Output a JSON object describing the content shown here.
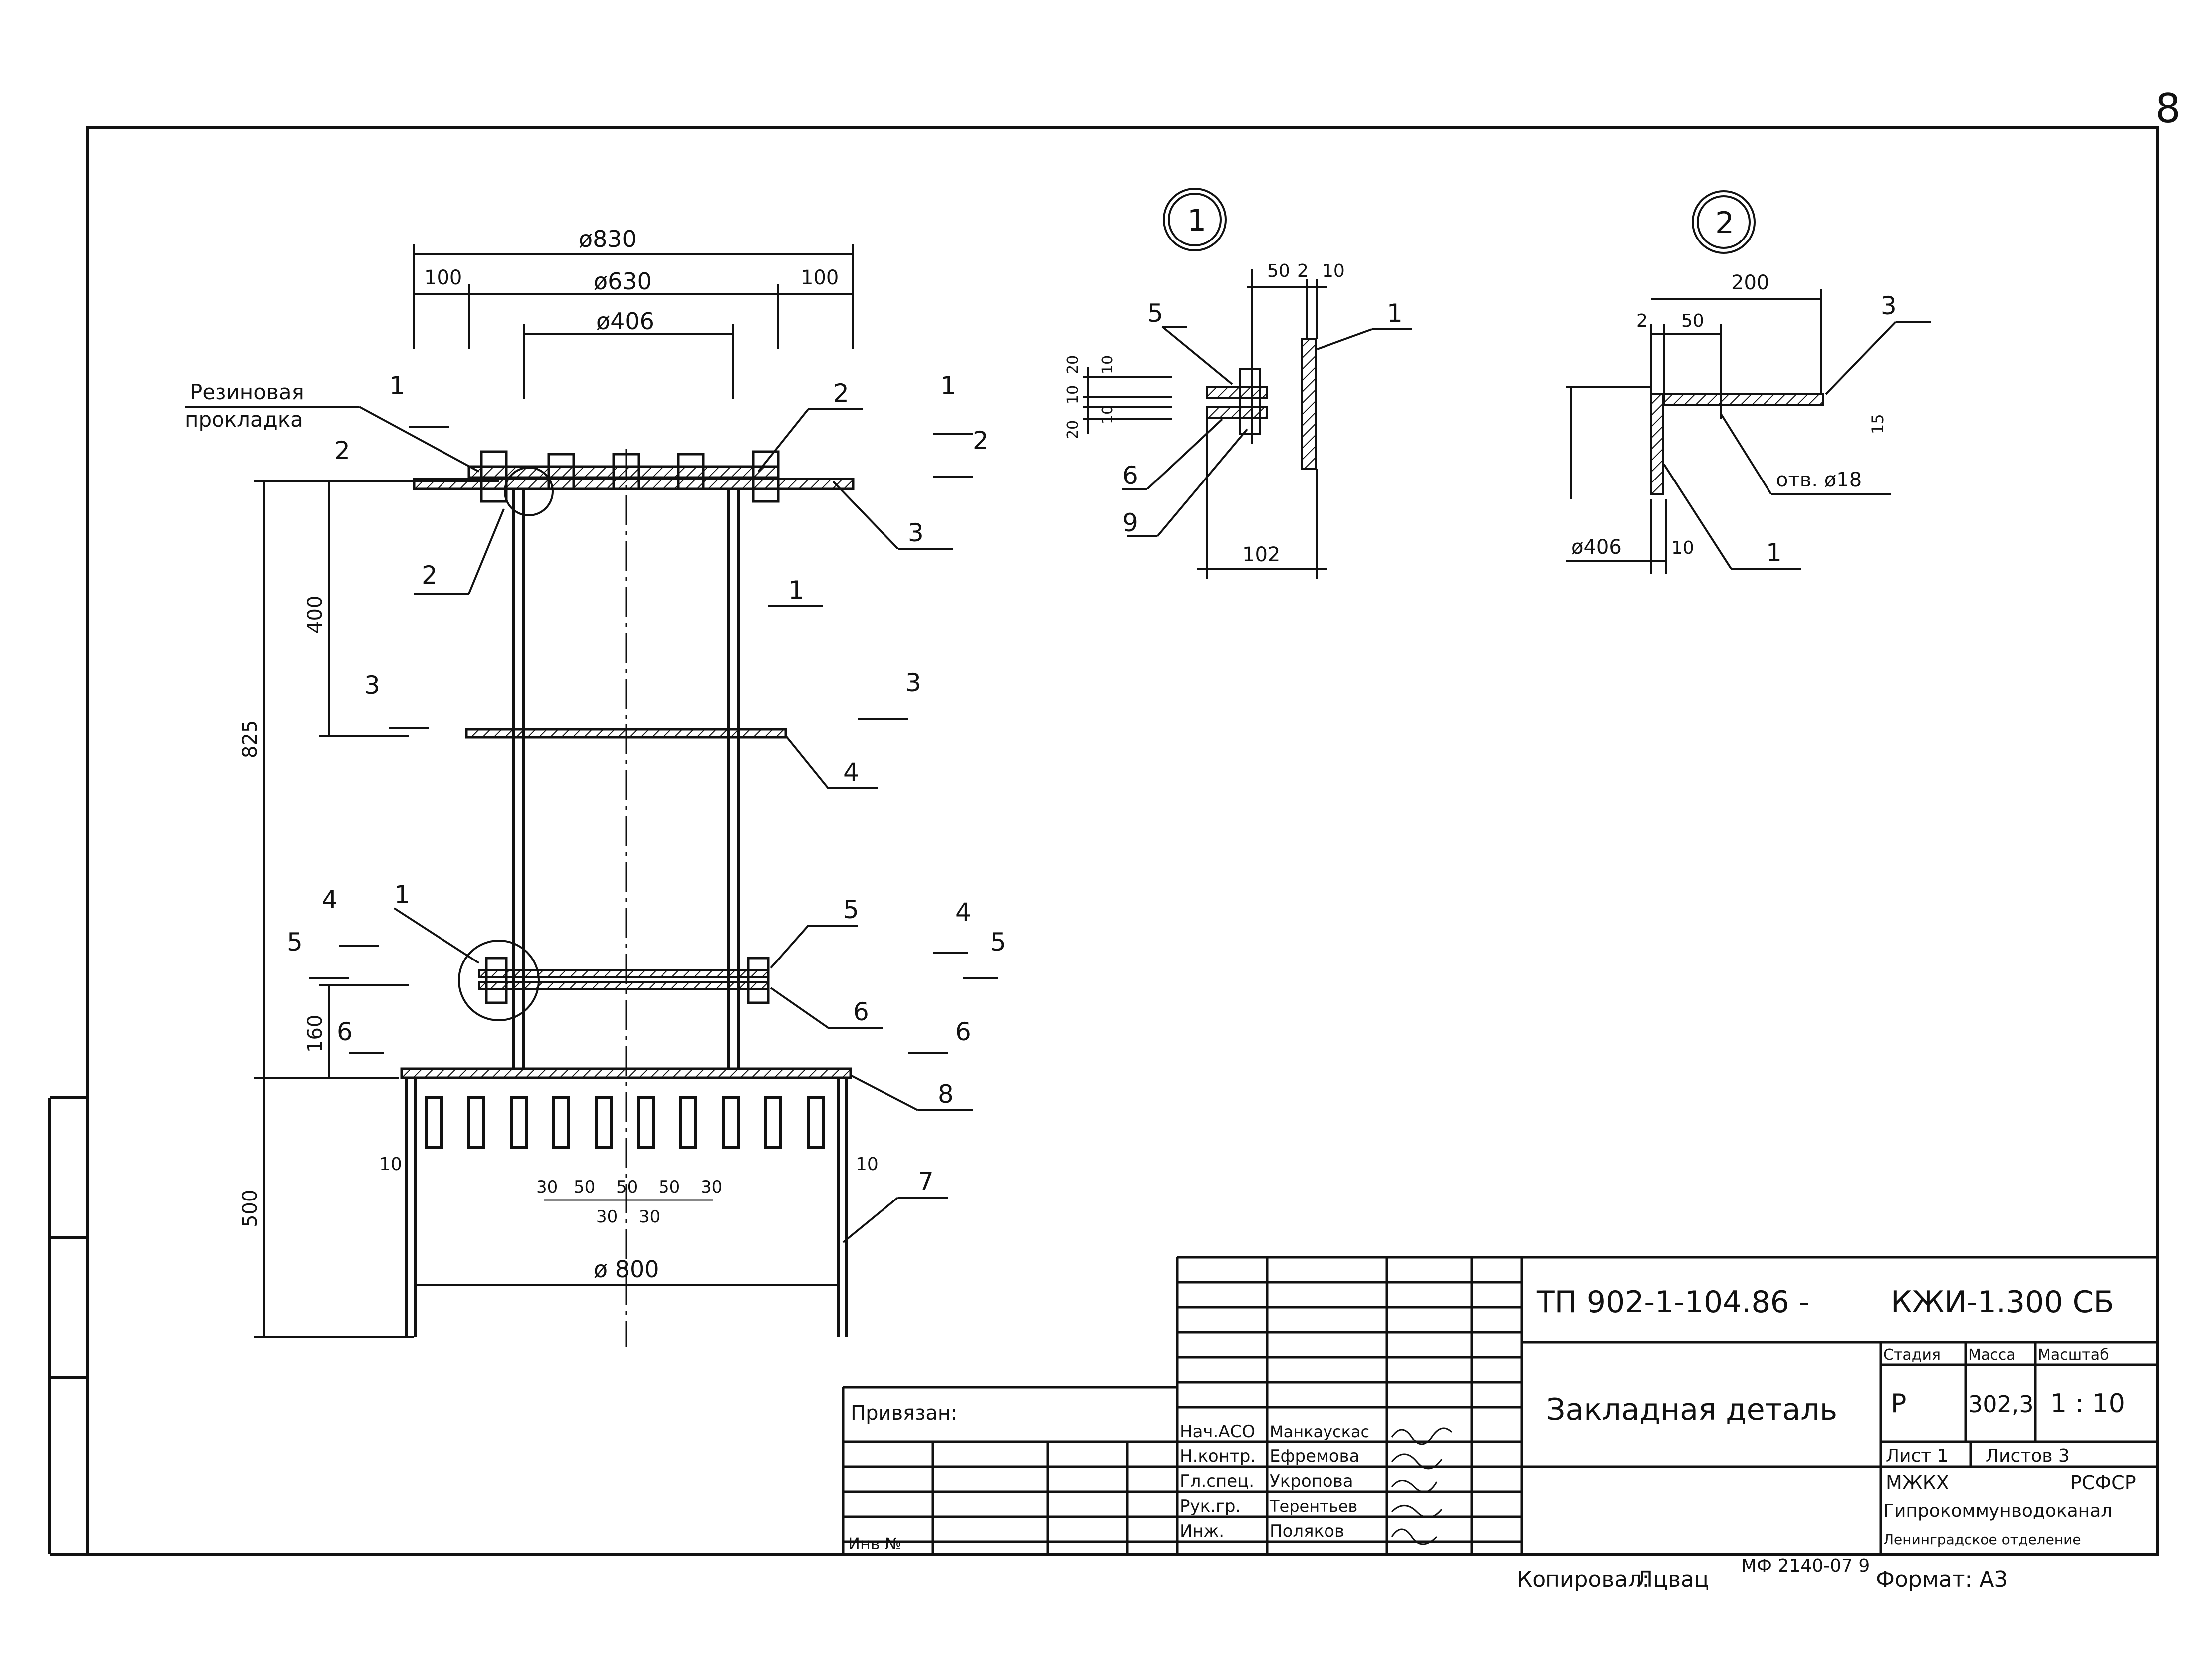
{
  "sheet_number": "8",
  "main_view": {
    "dim_outer_diam": "ø830",
    "dim_bolt_circle": "ø630",
    "dim_inner_diam": "ø406",
    "dim_left_offset": "100",
    "dim_right_offset": "100",
    "rubber_gasket_label_1": "Резиновая",
    "rubber_gasket_label_2": "прокладка",
    "dim_total_height": "825",
    "dim_400": "400",
    "dim_160": "160",
    "dim_500": "500",
    "dim_10_left": "10",
    "dim_10_right": "10",
    "dim_bottom_diam": "ø 800",
    "slot_spacing_top": [
      "30",
      "50",
      "50",
      "50",
      "30"
    ],
    "slot_spacing_bottom": [
      "30",
      "30"
    ],
    "section_marks": [
      {
        "num": "1"
      },
      {
        "num": "2"
      },
      {
        "num": "3"
      },
      {
        "num": "4"
      },
      {
        "num": "5"
      },
      {
        "num": "6"
      }
    ],
    "position_numbers": [
      "1",
      "2",
      "3",
      "4",
      "5",
      "6",
      "7",
      "8"
    ]
  },
  "detail_1": {
    "callout": "1",
    "dims_top": [
      "50",
      "2",
      "10"
    ],
    "dims_side": [
      "10",
      "20",
      "10",
      "10",
      "20"
    ],
    "dim_bottom": "102",
    "positions": [
      "5",
      "6",
      "9",
      "1"
    ]
  },
  "detail_2": {
    "callout": "2",
    "dim_200": "200",
    "dim_2": "2",
    "dim_50": "50",
    "dim_15": "15",
    "dim_diam": "ø406",
    "dim_10": "10",
    "hole_label": "отв. ø18",
    "positions": [
      "3",
      "1"
    ]
  },
  "title_block": {
    "doc_code": "ТП 902-1-104.86 -",
    "doc_mark": "КЖИ-1.300 СБ",
    "doc_name": "Закладная деталь",
    "stage_header": "Стадия",
    "mass_header": "Масса",
    "scale_header": "Масштаб",
    "stage": "Р",
    "mass": "302,3",
    "scale": "1 : 10",
    "sheet_label": "Лист 1",
    "sheets_label": "Листов 3",
    "org_line1_left": "МЖКХ",
    "org_line1_right": "РСФСР",
    "org_line2": "Гипрокоммунводоканал",
    "org_line3": "Ленинградское отделение",
    "bound_label": "Привязан:",
    "inv_label": "Инв №",
    "roles": [
      "Нач.АСО",
      "Н.контр.",
      "Гл.спец.",
      "Рук.гр.",
      "Инж."
    ],
    "names": [
      "Манкаускас",
      "Ефремова",
      "Укропова",
      "Терентьев",
      "Поляков"
    ]
  },
  "footer": {
    "copied_label": "Копировал:",
    "copied_by": "Лцвац",
    "stamp": "МФ 2140-07 9",
    "format_label": "Формат: А3"
  }
}
